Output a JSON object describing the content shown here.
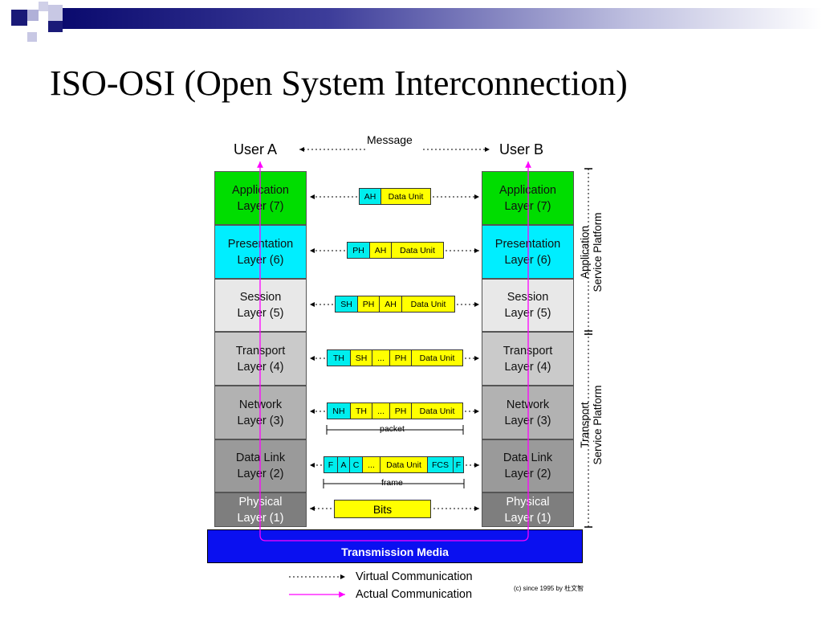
{
  "slide": {
    "title": "ISO-OSI (Open System Interconnection)"
  },
  "diagram": {
    "user_a": "User A",
    "user_b": "User B",
    "message": "Message",
    "layers": [
      {
        "label": "Application\nLayer (7)",
        "color": "#00dd00"
      },
      {
        "label": "Presentation\nLayer (6)",
        "color": "#00eeff"
      },
      {
        "label": "Session\nLayer (5)",
        "color": "#e8e8e8"
      },
      {
        "label": "Transport\nLayer (4)",
        "color": "#cacaca"
      },
      {
        "label": "Network\nLayer (3)",
        "color": "#b2b2b2"
      },
      {
        "label": "Data Link\nLayer (2)",
        "color": "#9a9a9a"
      },
      {
        "label": "Physical\nLayer (1)",
        "color": "#7e7e7e"
      }
    ],
    "packets": [
      [
        "AH",
        "Data Unit"
      ],
      [
        "PH",
        "AH",
        "Data Unit"
      ],
      [
        "SH",
        "PH",
        "AH",
        "Data Unit"
      ],
      [
        "TH",
        "SH",
        "...",
        "PH",
        "Data Unit"
      ],
      [
        "NH",
        "TH",
        "...",
        "PH",
        "Data Unit"
      ],
      [
        "F",
        "A",
        "C",
        "...",
        "Data Unit",
        "FCS",
        "F"
      ],
      [
        "Bits"
      ]
    ],
    "packet_label": "packet",
    "frame_label": "frame",
    "media": "Transmission Media",
    "app_platform": [
      "Application",
      "Service Platform"
    ],
    "transport_platform": [
      "Transport",
      "Service Platform"
    ]
  },
  "legend": {
    "virtual": "Virtual Communication",
    "actual": "Actual Communication",
    "actual_color": "#ff00ff",
    "credit": "(c) since 1995 by 杜文智"
  },
  "colors": {
    "cyan": "#00eeee",
    "yellow": "#ffff00",
    "media": "#0a10f0",
    "title_bar": "#0a0a6e"
  }
}
